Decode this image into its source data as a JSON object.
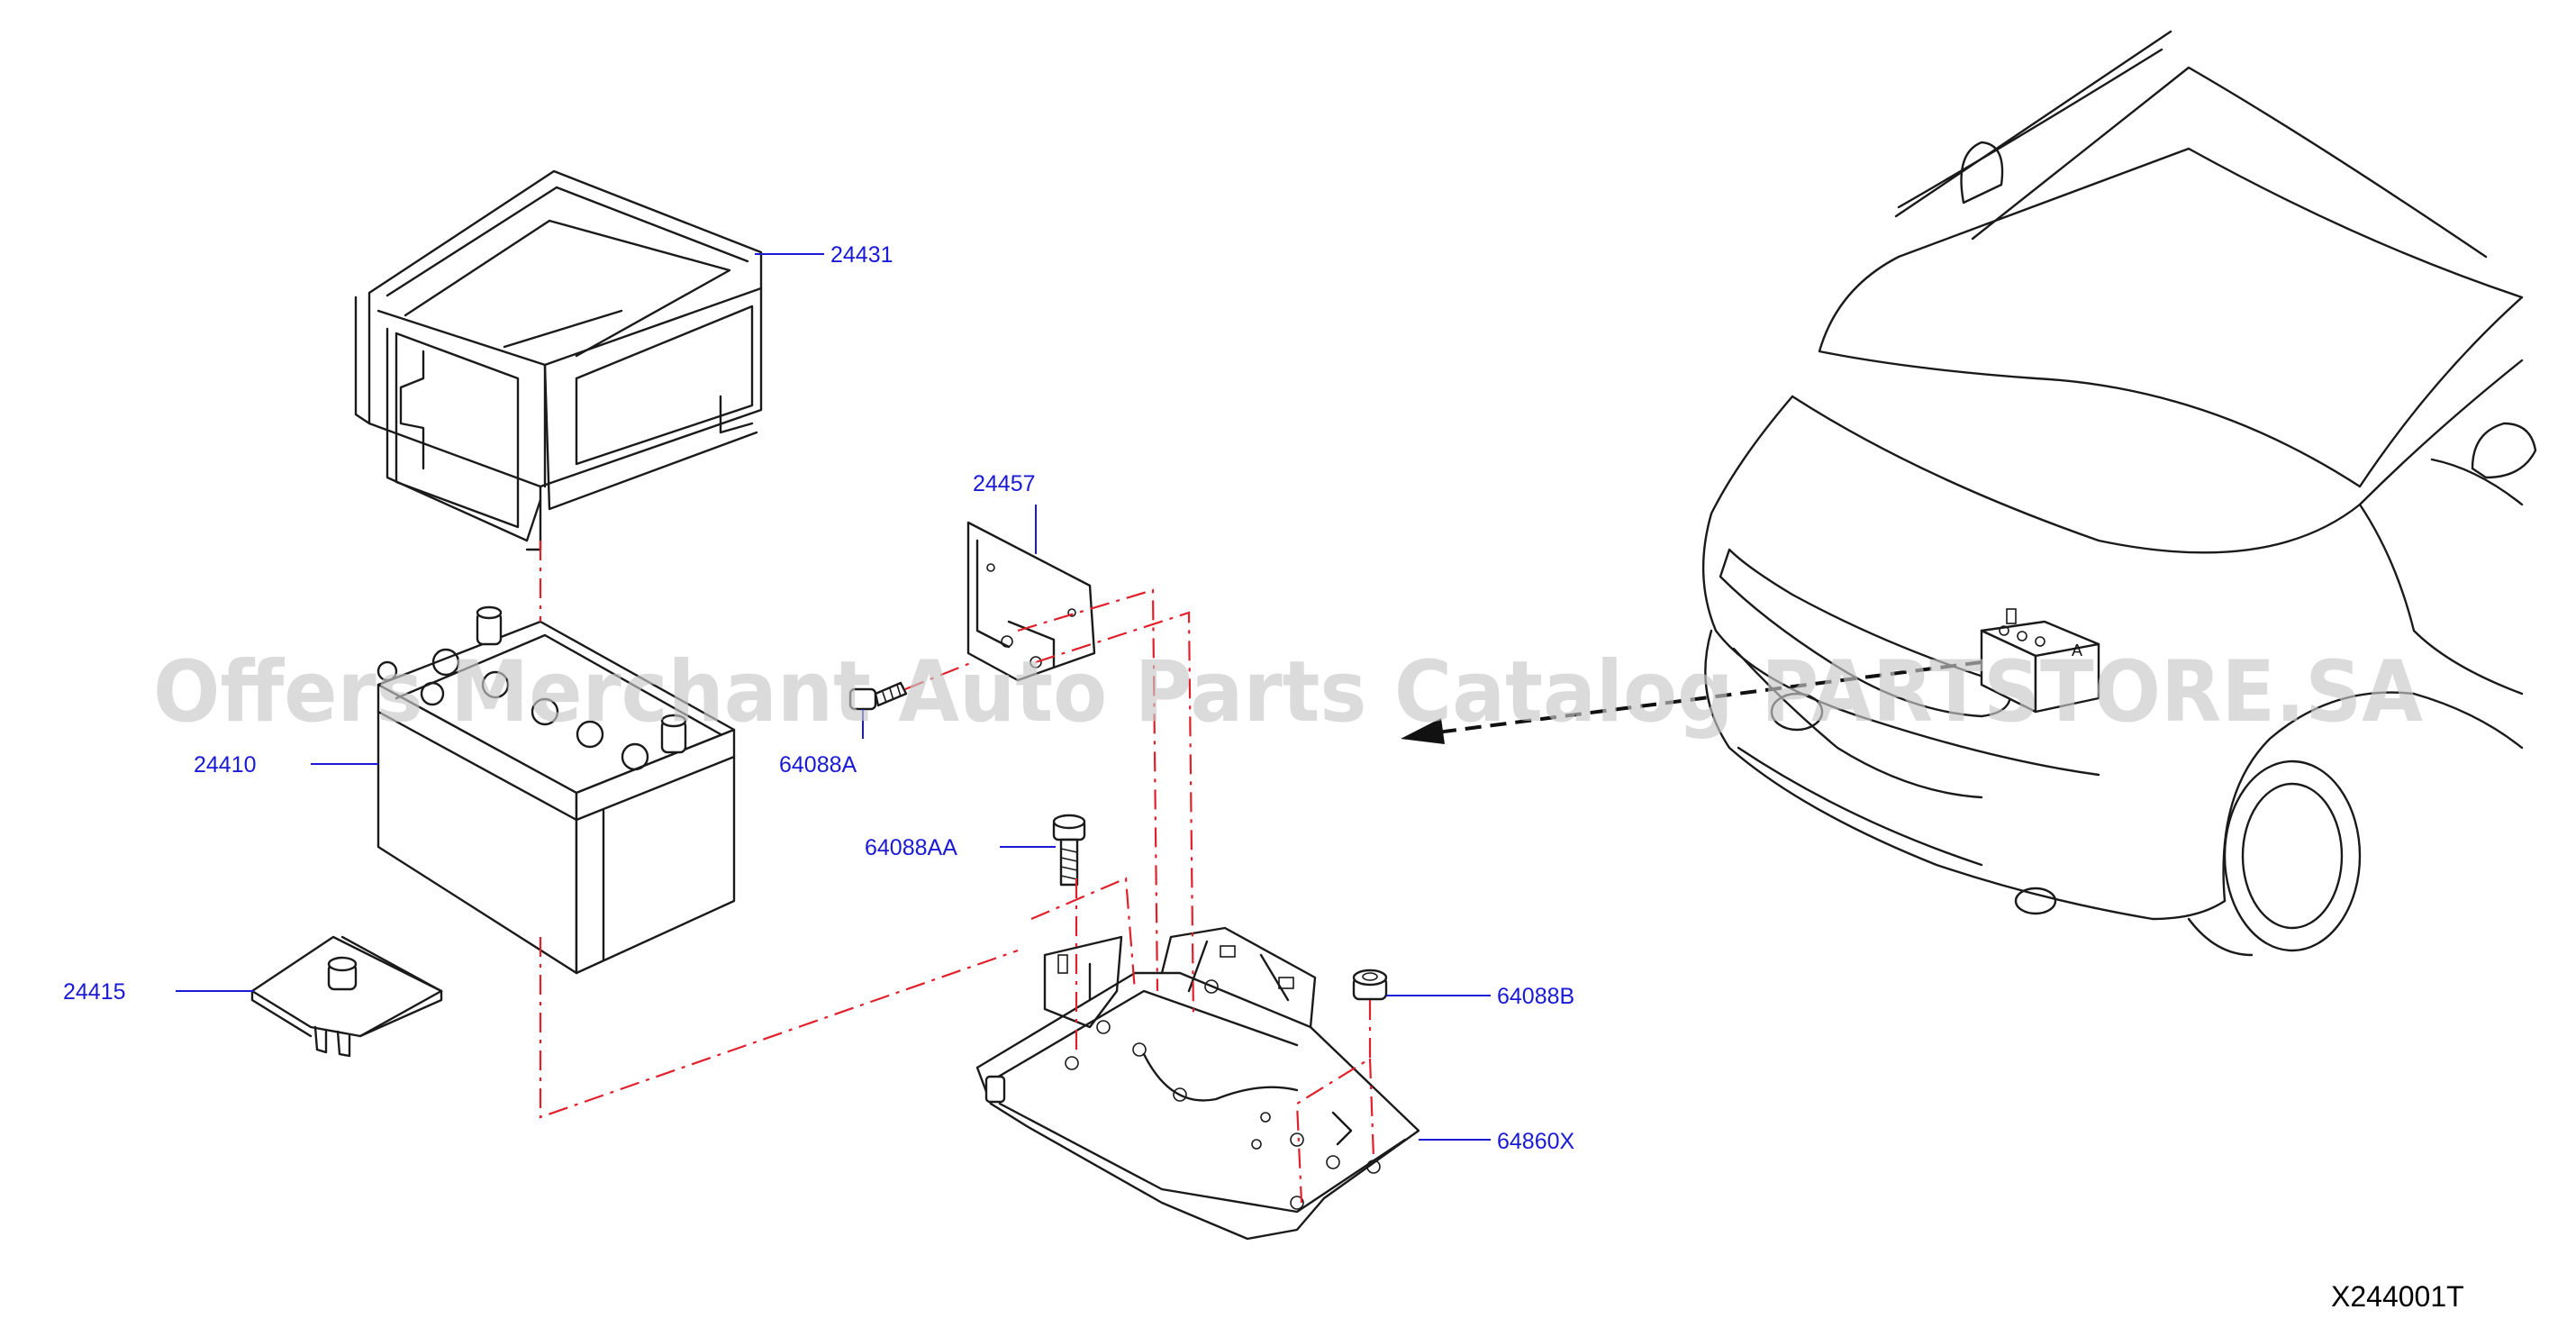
{
  "watermark": "Offers Merchant Auto Parts Catalog PARTSTORE.SA",
  "reference_code": "X244001T",
  "parts": [
    {
      "id": "battery-cover",
      "number": "24431"
    },
    {
      "id": "mounting-plate",
      "number": "24457"
    },
    {
      "id": "battery",
      "number": "24410"
    },
    {
      "id": "screw",
      "number": "64088A"
    },
    {
      "id": "bolt",
      "number": "64088AA"
    },
    {
      "id": "battery-frame",
      "number": "24415"
    },
    {
      "id": "nut",
      "number": "64088B"
    },
    {
      "id": "battery-tray",
      "number": "64860X"
    }
  ],
  "colors": {
    "label": "#1a1ad6",
    "dashline": "#e0202a",
    "ink": "#1a1a1a",
    "watermark": "#c8c8c8"
  }
}
